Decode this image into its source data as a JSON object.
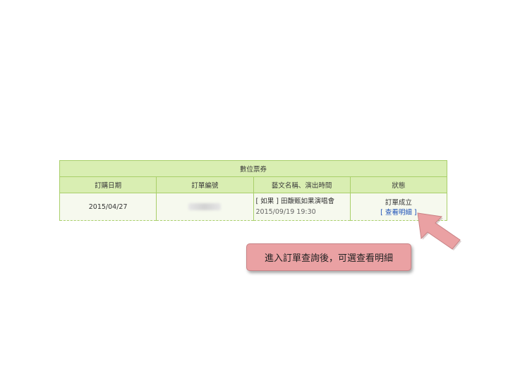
{
  "table": {
    "section_title": "數位票券",
    "headers": [
      "訂購日期",
      "訂單編號",
      "藝文名稱、演出時間",
      "狀態"
    ],
    "row": {
      "date": "2015/04/27",
      "event_title": "[ 如果 ] 田馥甄如果演唱會",
      "event_time": "2015/09/19 19:30",
      "status": "訂單成立",
      "detail_link": "[ 查看明細 ]"
    }
  },
  "callout": {
    "text": "進入訂單查詢後，可選查看明細",
    "color": "#eaa1a3"
  },
  "colors": {
    "table_border": "#a9cf6a",
    "header_bg": "#d9eeb2",
    "row_bg": "#f6f9ee",
    "link": "#1a4fb8"
  }
}
